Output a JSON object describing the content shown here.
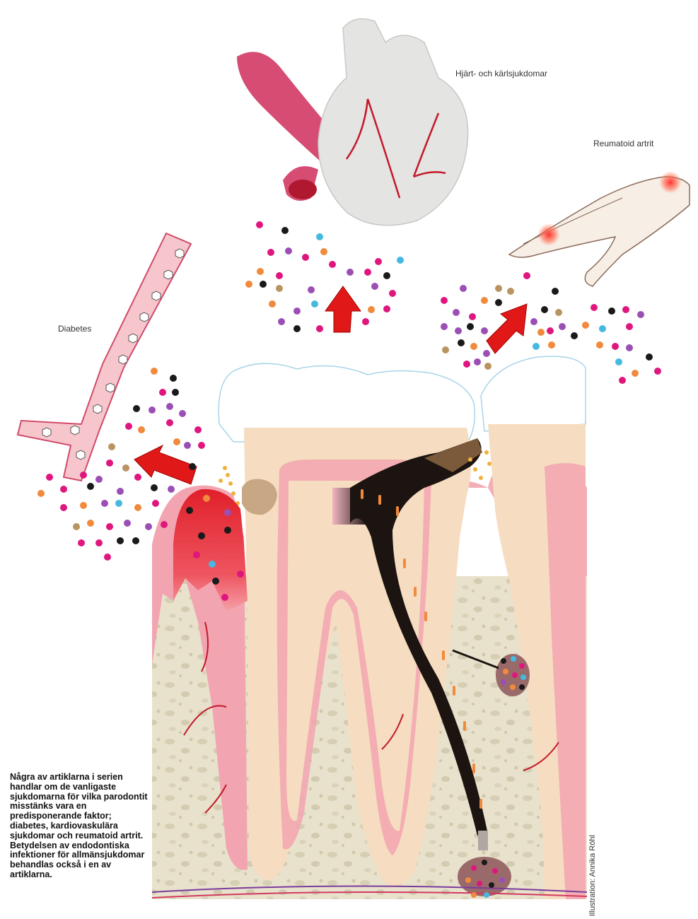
{
  "labels": {
    "heart": "Hjärt- och kärlsjukdomar",
    "arthritis": "Reumatoid artrit",
    "diabetes": "Diabetes"
  },
  "caption": "Några av artiklarna i serien handlar om de vanligaste sjukdomarna för vilka parodontit misstänks vara en predisponerande faktor; diabetes, kardiovaskulära sjukdomar och reumatoid artrit. Betydelsen av endodontiska infektioner för allmänsjukdomar behandlas också i en av artiklarna.",
  "credit": "Illustration: Annika Röhl",
  "colors": {
    "enamel_outline": "#a8d4e8",
    "dentin": "#f6dcc0",
    "gum": "#f2a5b0",
    "bone": "#e8e2cc",
    "infection": "#1c1410",
    "inflammation": "#e0202a",
    "arrow": "#e01818",
    "vessel": "#f7c6cc",
    "artery": "#d64c72",
    "heart": "#e4e4e2",
    "bacteria_magenta": "#e0167f",
    "bacteria_black": "#1a1a1a",
    "bacteria_purple": "#9b4fb5",
    "bacteria_orange": "#f08a3c",
    "bacteria_tan": "#b89460",
    "bacteria_cyan": "#45b9e0"
  }
}
